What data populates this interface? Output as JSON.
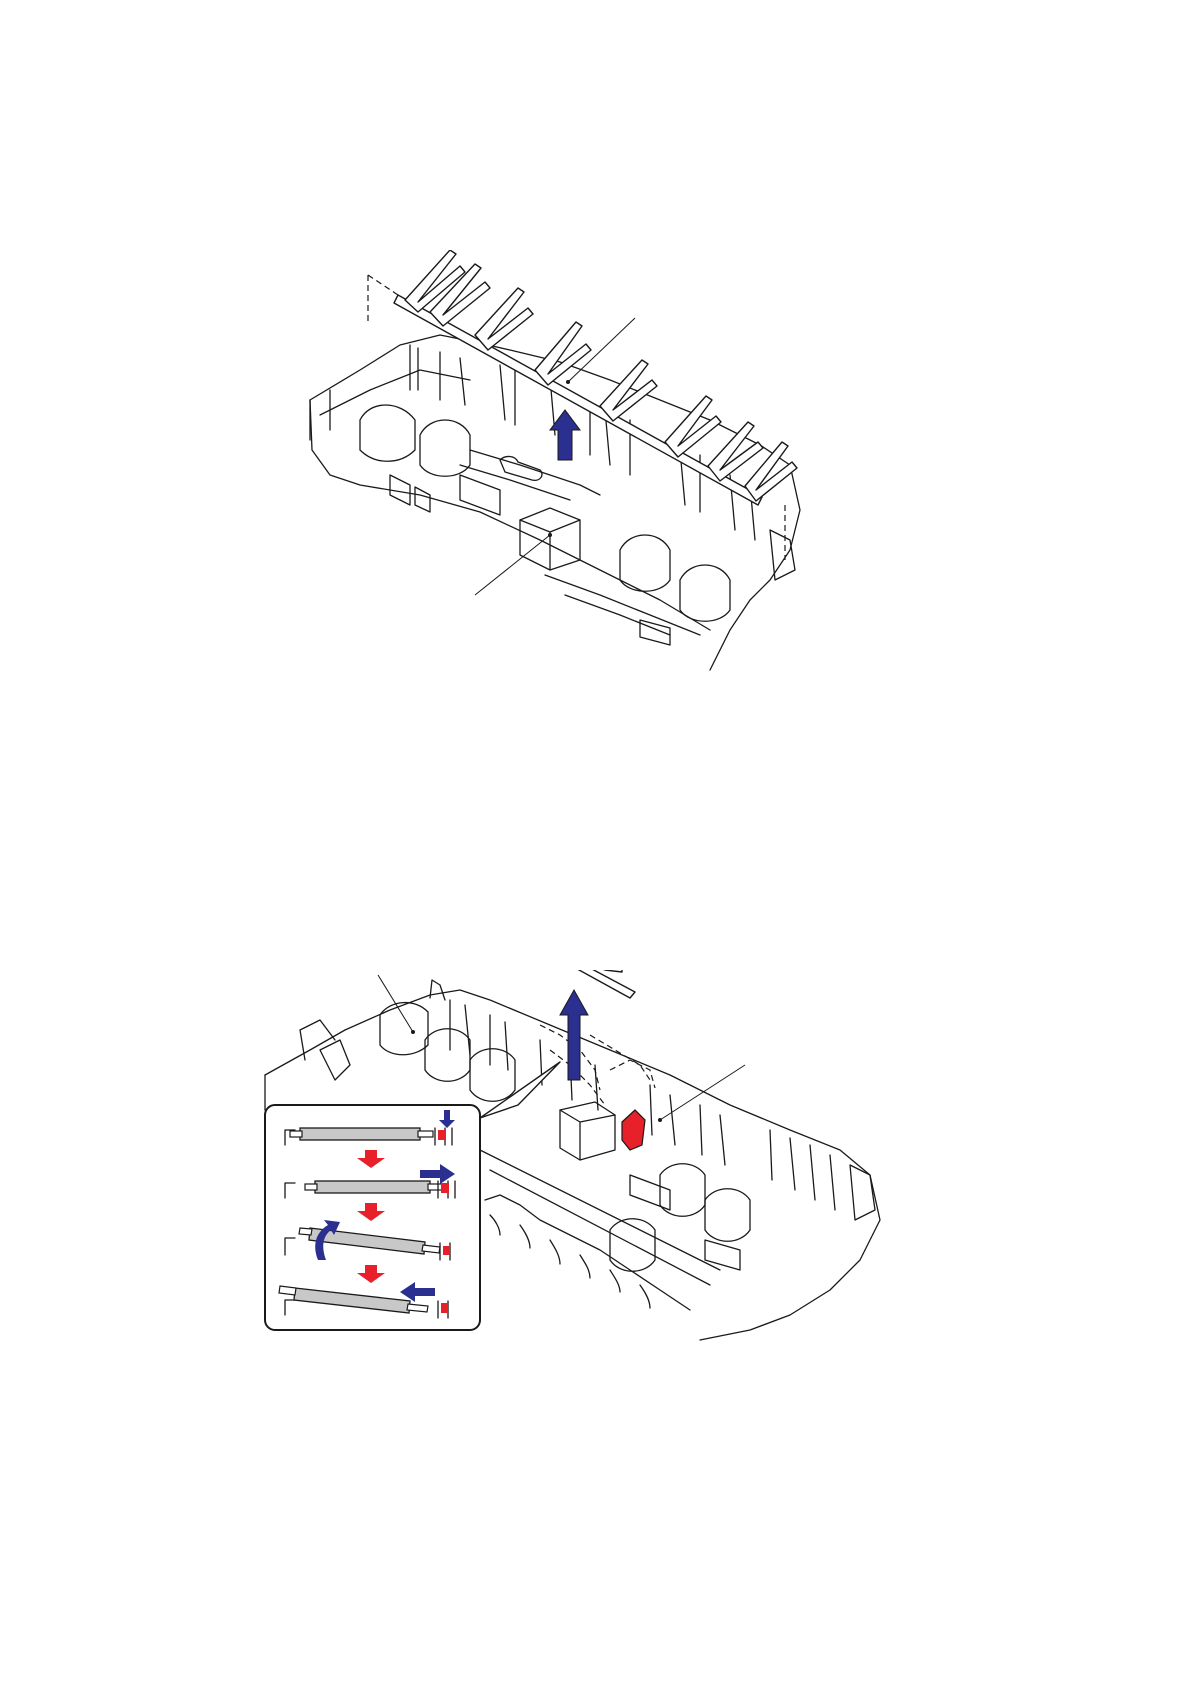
{
  "colors": {
    "arrow_blue": "#2b2f8f",
    "arrow_red": "#e8202a",
    "highlight_red": "#e8202a",
    "line": "#1a1a1a",
    "roller_gray": "#c8c8c8"
  },
  "figures": [
    {
      "name": "paper-exit-actuator-removal",
      "icons": [
        "up-arrow-icon"
      ],
      "callouts": 2
    },
    {
      "name": "roller-removal-with-inset",
      "icons": [
        "up-arrow-icon",
        "down-arrow-icon",
        "right-arrow-icon",
        "rotate-arrow-icon",
        "left-arrow-icon"
      ],
      "callouts": 3,
      "inset_steps": 4
    }
  ]
}
